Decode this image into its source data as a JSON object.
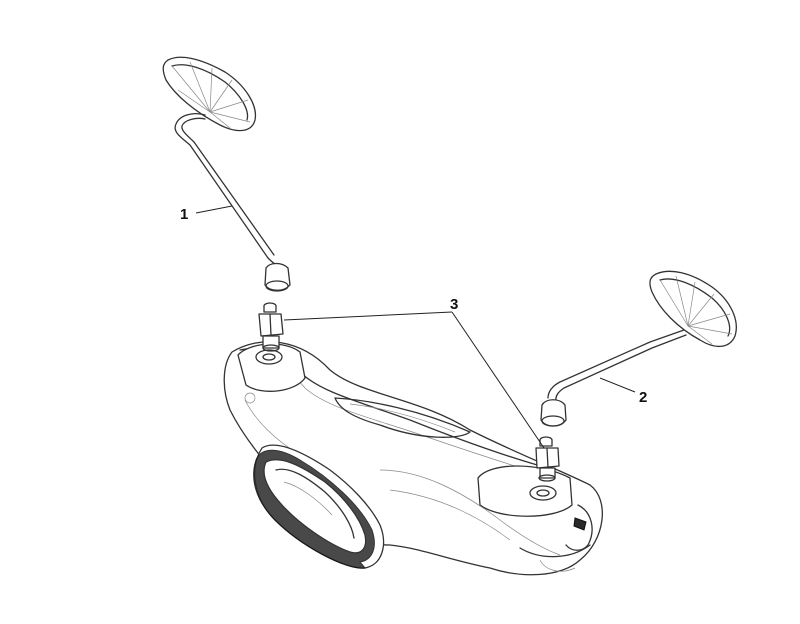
{
  "callouts": {
    "mirror_left": "1",
    "mirror_right": "2",
    "adapters": "3"
  },
  "colors": {
    "line": "#333333",
    "background": "#ffffff"
  }
}
